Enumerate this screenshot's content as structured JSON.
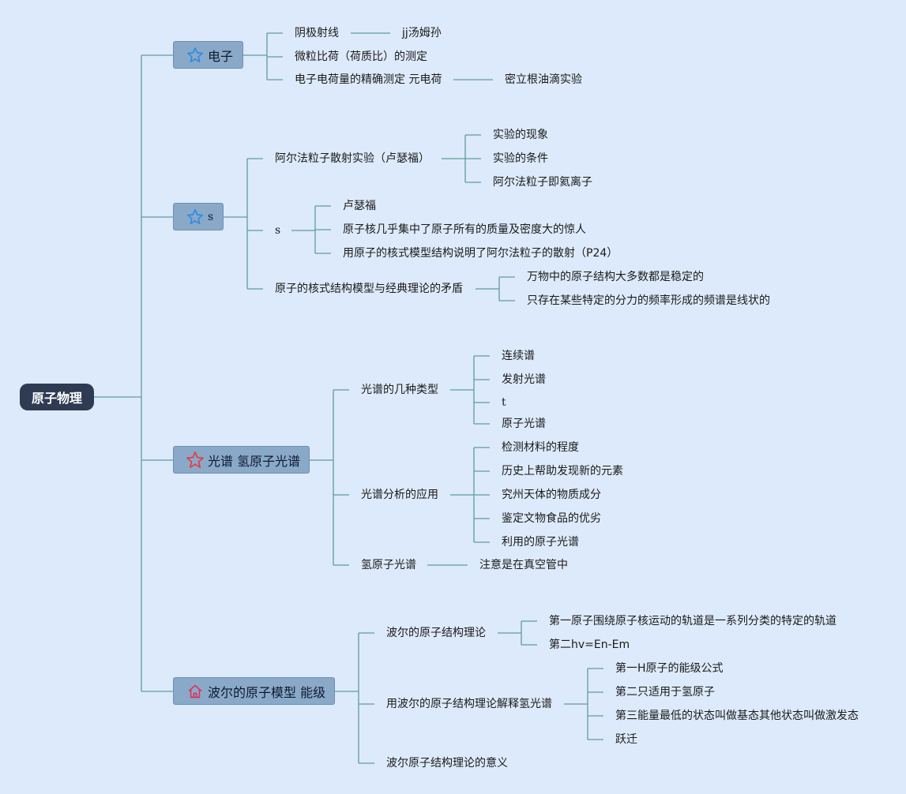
{
  "root": {
    "label": "原子物理"
  },
  "colors": {
    "background": "#ddeafb",
    "line": "#5f9e96",
    "root_fill": "#2f3b52",
    "branch_fill": "#8aa9c9",
    "star_blue": "#2f8be0",
    "star_red": "#e0414a",
    "house_icon": "#d9365f"
  },
  "branches": [
    {
      "label": "电子",
      "icon": "star-outline-blue",
      "children": [
        {
          "label": "阴极射线",
          "children": [
            {
              "label": "jj汤姆孙"
            }
          ]
        },
        {
          "label": "微粒比荷（荷质比）的测定"
        },
        {
          "label": "电子电荷量的精确测定 元电荷",
          "children": [
            {
              "label": "密立根油滴实验"
            }
          ]
        }
      ]
    },
    {
      "label": "s",
      "icon": "star-outline-blue",
      "children": [
        {
          "label": "阿尔法粒子散射实验（卢瑟福）",
          "children": [
            {
              "label": "实验的现象"
            },
            {
              "label": "实验的条件"
            },
            {
              "label": "阿尔法粒子即氦离子"
            }
          ]
        },
        {
          "label": "s",
          "children": [
            {
              "label": "卢瑟福"
            },
            {
              "label": "原子核几乎集中了原子所有的质量及密度大的惊人"
            },
            {
              "label": "用原子的核式模型结构说明了阿尔法粒子的散射（P24）"
            }
          ]
        },
        {
          "label": "原子的核式结构模型与经典理论的矛盾",
          "children": [
            {
              "label": "万物中的原子结构大多数都是稳定的"
            },
            {
              "label": "只存在某些特定的分力的频率形成的频谱是线状的"
            }
          ]
        }
      ]
    },
    {
      "label": "光谱 氢原子光谱",
      "icon": "star-outline-red",
      "children": [
        {
          "label": "光谱的几种类型",
          "children": [
            {
              "label": "连续谱"
            },
            {
              "label": "发射光谱"
            },
            {
              "label": "t"
            },
            {
              "label": "原子光谱"
            }
          ]
        },
        {
          "label": "光谱分析的应用",
          "children": [
            {
              "label": "检测材料的程度"
            },
            {
              "label": "历史上帮助发现新的元素"
            },
            {
              "label": "究州天体的物质成分"
            },
            {
              "label": "鉴定文物食品的优劣"
            },
            {
              "label": "利用的原子光谱"
            }
          ]
        },
        {
          "label": "氢原子光谱",
          "children": [
            {
              "label": "注意是在真空管中"
            }
          ]
        }
      ]
    },
    {
      "label": "波尔的原子模型 能级",
      "icon": "house-icon",
      "children": [
        {
          "label": "波尔的原子结构理论",
          "children": [
            {
              "label": "第一原子围绕原子核运动的轨道是一系列分类的特定的轨道"
            },
            {
              "label": "第二hv=En-Em"
            }
          ]
        },
        {
          "label": "用波尔的原子结构理论解释氢光谱",
          "children": [
            {
              "label": "第一H原子的能级公式"
            },
            {
              "label": "第二只适用于氢原子"
            },
            {
              "label": "第三能量最低的状态叫做基态其他状态叫做激发态"
            },
            {
              "label": "跃迁"
            }
          ]
        },
        {
          "label": "波尔原子结构理论的意义"
        }
      ]
    }
  ]
}
